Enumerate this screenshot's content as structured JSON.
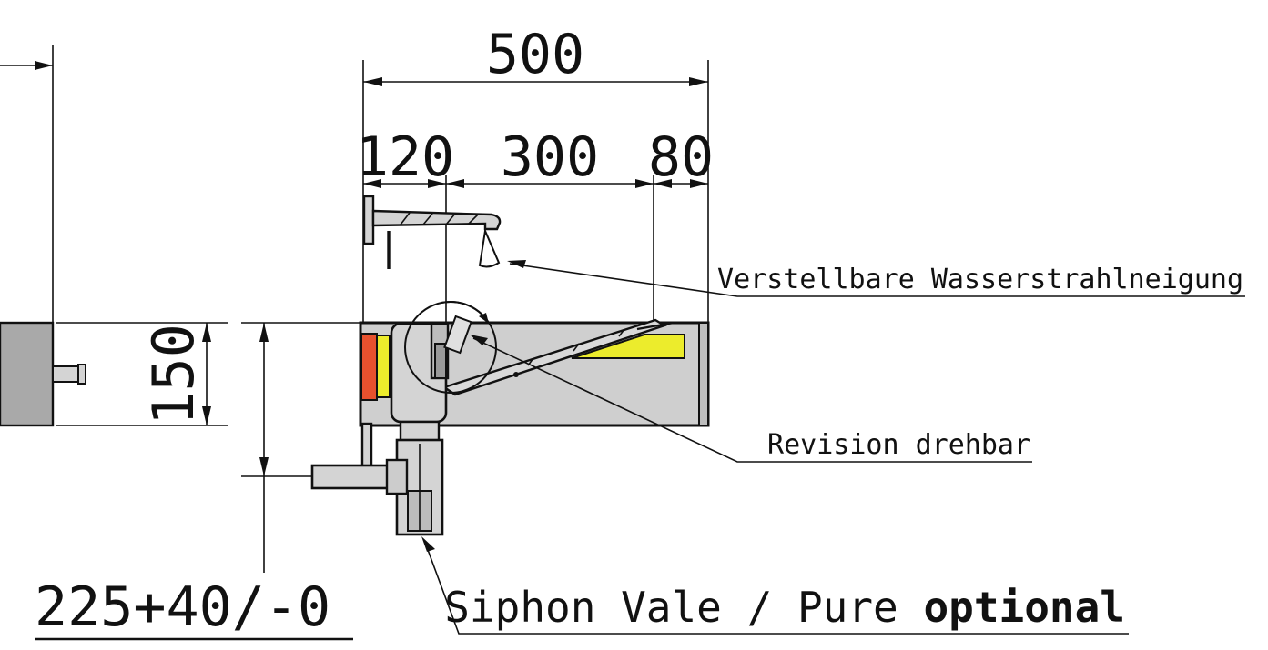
{
  "dimensions": {
    "overall_width": "500",
    "segment_1": "120",
    "segment_2": "300",
    "segment_3": "80",
    "basin_height": "150",
    "install_height": "225+40/-0"
  },
  "annotations": {
    "water_jet": "Verstellbare Wasserstrahlneigung",
    "revision": "Revision drehbar",
    "siphon_prefix": "Siphon Vale / Pure ",
    "siphon_bold": "optional"
  },
  "colors": {
    "line": "#111111",
    "basin_gray": "#cfcfcf",
    "block_gray": "#a9a9a9",
    "highlight_yellow": "#ecec2c",
    "highlight_orange": "#e8512e",
    "pipe_gray": "#d4d4d4"
  }
}
